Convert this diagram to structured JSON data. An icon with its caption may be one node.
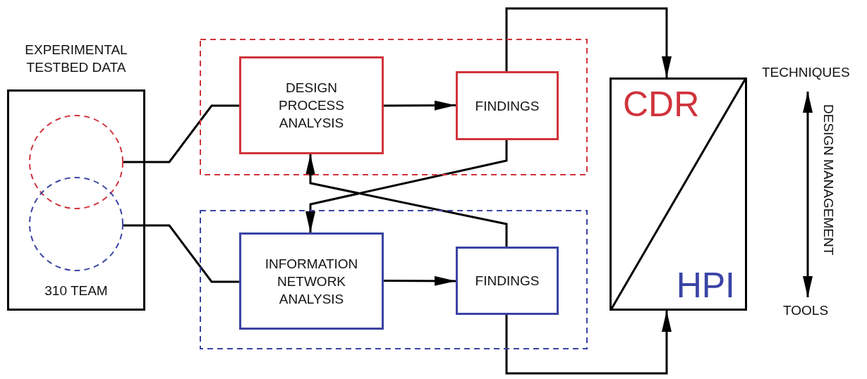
{
  "diagram": {
    "nodes": [
      {
        "text": [
          "EXPERIMENTAL TESTBED DATA",
          "310 TEAM"
        ]
      },
      {
        "text": [],
        "shape": "circle",
        "in": 0
      },
      {
        "text": [],
        "shape": "circle",
        "in": 0
      },
      {
        "text": [],
        "shape": "box"
      },
      {
        "text": [
          "DESIGN PROCESS ANALYSIS"
        ],
        "in": 3
      },
      {
        "text": [
          "FINDINGS"
        ],
        "in": 3
      },
      {
        "text": [],
        "shape": "box"
      },
      {
        "text": [
          "INFORMATION NETWORK ANALYSIS"
        ],
        "in": 6
      },
      {
        "text": [
          "FINDINGS"
        ],
        "in": 6
      },
      {
        "text": [
          "CDR",
          "HPI"
        ]
      }
    ],
    "edges": [
      {
        "from": 1,
        "to": 4,
        "arrow": "none"
      },
      {
        "from": 2,
        "to": 7,
        "arrow": "none"
      },
      {
        "from": 4,
        "to": 5,
        "arrow": "to"
      },
      {
        "from": 7,
        "to": 8,
        "arrow": "to"
      },
      {
        "from": 5,
        "to": 7,
        "arrow": "to"
      },
      {
        "from": 8,
        "to": 4,
        "arrow": "to"
      },
      {
        "from": 5,
        "to": 9,
        "arrow": "to"
      },
      {
        "from": 8,
        "to": 9,
        "arrow": "to"
      }
    ],
    "labels": [
      "TECHNIQUES",
      "DESIGN MANAGEMENT",
      "TOOLS"
    ]
  }
}
